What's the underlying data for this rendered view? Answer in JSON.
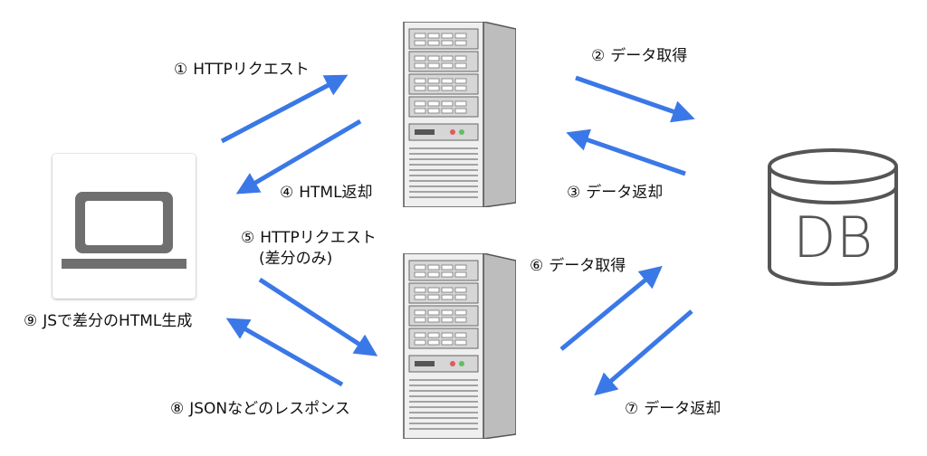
{
  "steps": {
    "s1": {
      "num": "①",
      "text": "HTTPリクエスト"
    },
    "s2": {
      "num": "②",
      "text": "データ取得"
    },
    "s3": {
      "num": "③",
      "text": "データ返却"
    },
    "s4": {
      "num": "④",
      "text": "HTML返却"
    },
    "s5": {
      "num": "⑤",
      "text": "HTTPリクエスト",
      "sub": "(差分のみ)"
    },
    "s6": {
      "num": "⑥",
      "text": "データ取得"
    },
    "s7": {
      "num": "⑦",
      "text": "データ返却"
    },
    "s8": {
      "num": "⑧",
      "text": "JSONなどのレスポンス"
    },
    "s9": {
      "num": "⑨",
      "text": "JSで差分のHTML生成"
    }
  },
  "database": {
    "label": "DB"
  },
  "colors": {
    "arrow": "#3b78e7",
    "icon_gray": "#6f6f6f",
    "server_light": "#ededed",
    "server_mid": "#c9c9c9",
    "server_dark": "#8d8d8d"
  },
  "icons": {
    "client": "laptop-icon",
    "server": "server-tower-icon",
    "db": "database-cylinder-icon"
  }
}
